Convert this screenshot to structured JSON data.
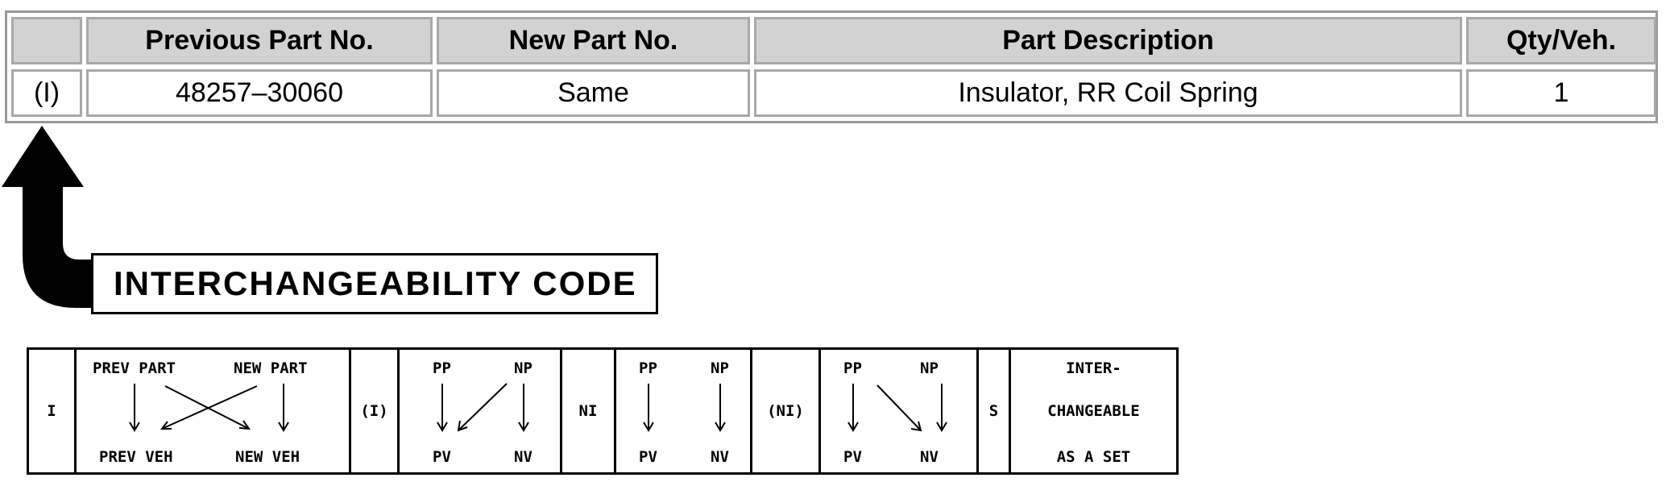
{
  "table": {
    "headers": [
      "",
      "Previous Part No.",
      "New Part No.",
      "Part Description",
      "Qty/Veh."
    ],
    "rows": [
      [
        "(I)",
        "48257–30060",
        "Same",
        "Insulator, RR Coil Spring",
        "1"
      ]
    ]
  },
  "callout": {
    "label": "INTERCHANGEABILITY CODE"
  },
  "legend": {
    "code_i": "I",
    "i_prev_part": "PREV PART",
    "i_new_part": "NEW PART",
    "i_prev_veh": "PREV VEH",
    "i_new_veh": "NEW VEH",
    "code_paren_i": "(I)",
    "pi_pp": "PP",
    "pi_np": "NP",
    "pi_pv": "PV",
    "pi_nv": "NV",
    "code_ni": "NI",
    "ni_pp": "PP",
    "ni_np": "NP",
    "ni_pv": "PV",
    "ni_nv": "NV",
    "code_paren_ni": "(NI)",
    "pni_pp": "PP",
    "pni_np": "NP",
    "pni_pv": "PV",
    "pni_nv": "NV",
    "code_s": "S",
    "s_line1": "INTER-",
    "s_line2": "CHANGEABLE",
    "s_line3": "AS A SET"
  }
}
